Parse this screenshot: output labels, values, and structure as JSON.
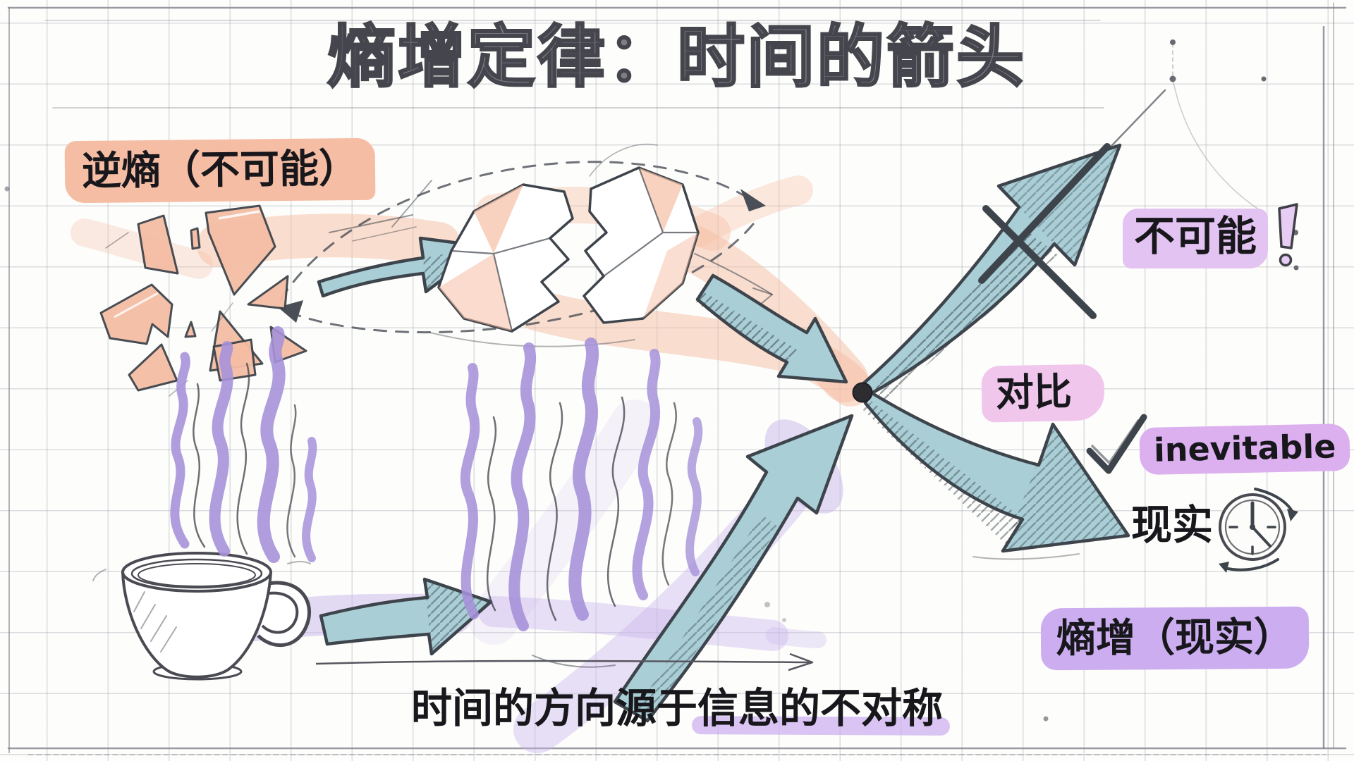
{
  "title": "熵增定律：时间的箭头",
  "labels": {
    "reverse_entropy": "逆熵（不可能）",
    "impossible": "不可能",
    "contrast": "对比",
    "inevitable": "inevitable",
    "reality": "现实",
    "entropy_real": "熵增（现实）",
    "caption_prefix": "时间的方向源于",
    "caption_highlight": "信息的不对称"
  },
  "icons": {
    "clock": "clock-icon",
    "check": "check-icon",
    "x_cross": "x-cross-icon",
    "exclamation": "exclamation-icon",
    "convergence_dot": "convergence-dot"
  },
  "colors": {
    "paper": "#fdfdfb",
    "peach": "#f5bda4",
    "peach-deep": "#eda98d",
    "purple-highlight": "#e2c3f1",
    "pink-highlight": "#f0c6ec",
    "purple-mid": "#dcb0ef",
    "purple-strong": "#cbadf0",
    "lavender": "#a692d9",
    "lavender-soft": "#c8b5ec",
    "teal": "#a9ced6",
    "ink": "#3e444b",
    "text": "#17171c"
  }
}
